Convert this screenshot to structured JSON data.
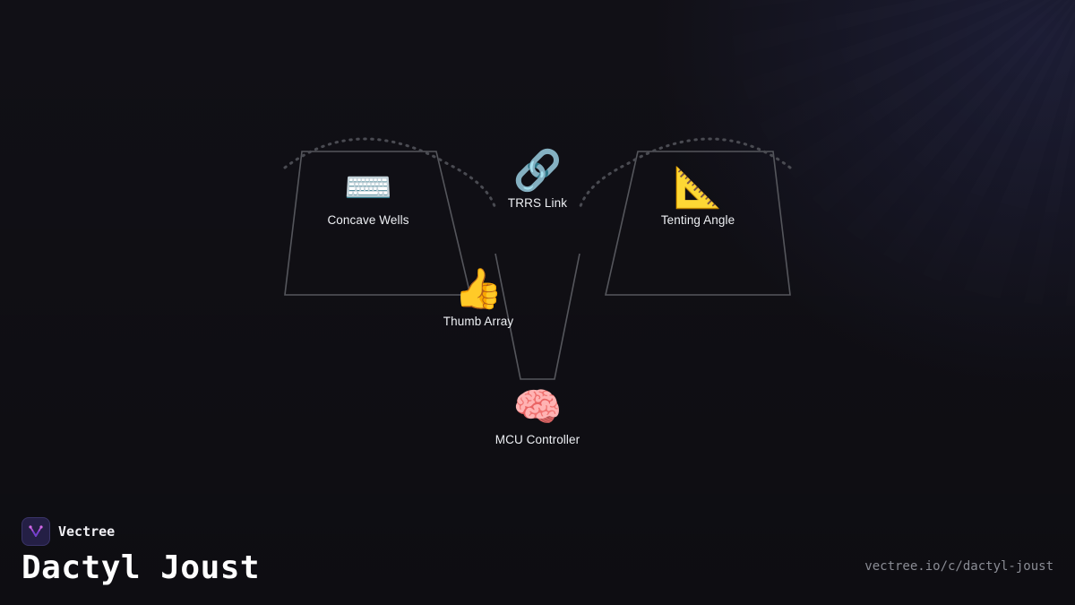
{
  "nodes": {
    "concave_wells": {
      "icon": "keyboard-icon",
      "glyph": "⌨️",
      "label": "Concave Wells"
    },
    "trrs_link": {
      "icon": "link-icon",
      "glyph": "🔗",
      "label": "TRRS Link"
    },
    "tenting_angle": {
      "icon": "triangular-ruler-icon",
      "glyph": "📐",
      "label": "Tenting Angle"
    },
    "thumb_array": {
      "icon": "thumbs-up-icon",
      "glyph": "👍",
      "label": "Thumb Array"
    },
    "mcu_controller": {
      "icon": "brain-icon",
      "glyph": "🧠",
      "label": "MCU Controller"
    }
  },
  "brand": {
    "name": "Vectree",
    "logo_icon": "vectree-logo-icon"
  },
  "title": "Dactyl Joust",
  "url": "vectree.io/c/dactyl-joust",
  "colors": {
    "background": "#111016",
    "outline": "#55565c",
    "logo_accent": "#b04fd8"
  }
}
